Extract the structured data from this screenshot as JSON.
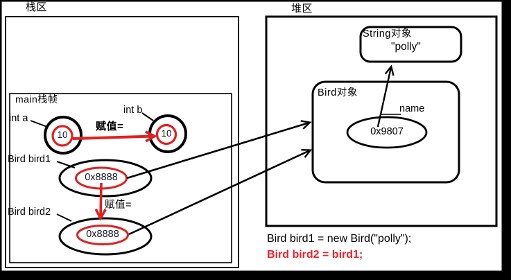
{
  "colors": {
    "outline": "#000000",
    "highlight_red": "#e02020",
    "code_red": "#e8252b",
    "value_text": "#101828"
  },
  "stack": {
    "region_label": "栈区",
    "frame_label": "main栈帧",
    "int_a": {
      "label": "int a",
      "value": "10"
    },
    "int_b": {
      "label": "int b",
      "value": "10"
    },
    "assign_ab_label": "赋值=",
    "bird1": {
      "label": "Bird bird1",
      "value": "0x8888"
    },
    "assign_birds_label": "赋值=",
    "bird2": {
      "label": "Bird bird2",
      "value": "0x8888"
    }
  },
  "heap": {
    "region_label": "堆区",
    "string_object": {
      "title": "String对象",
      "value": "\"polly\""
    },
    "bird_object": {
      "title": "Bird对象",
      "field_label": "name",
      "field_value": "0x9807"
    }
  },
  "code": {
    "line1": "Bird bird1 = new Bird(\"polly\");",
    "line2": "Bird bird2 = bird1;"
  }
}
